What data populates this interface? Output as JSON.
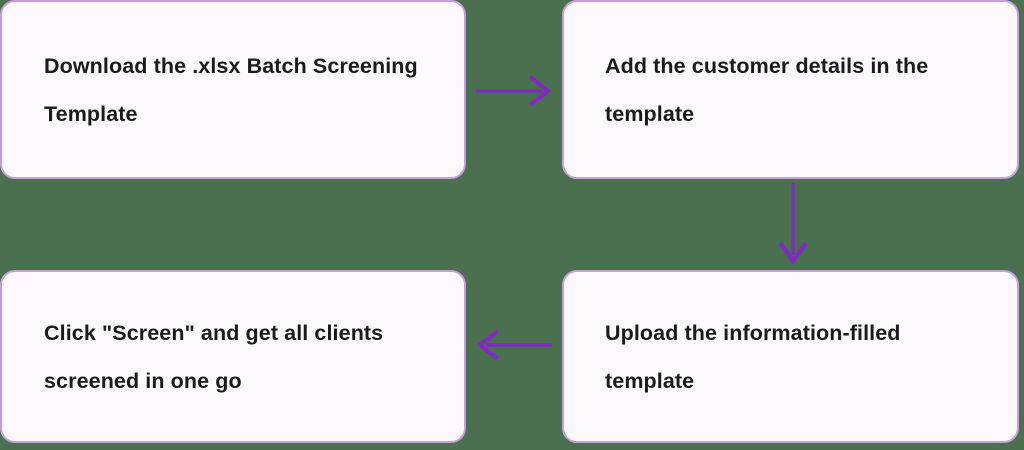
{
  "diagram": {
    "type": "process-flow",
    "background_color": "#4a7050",
    "box_fill_color": "#fdf8fc",
    "box_border_color": "#c89de0",
    "arrow_color": "#8228c4",
    "text_color": "#191b1c",
    "steps": [
      {
        "id": "step-1",
        "position": "top-left",
        "text": "Download the .xlsx Batch Screening Template"
      },
      {
        "id": "step-2",
        "position": "top-right",
        "text": "Add the customer details in the template"
      },
      {
        "id": "step-3",
        "position": "bottom-right",
        "text": "Upload the information-filled template"
      },
      {
        "id": "step-4",
        "position": "bottom-left",
        "text": "Click \"Screen\" and get all clients screened in one go"
      }
    ],
    "connectors": [
      {
        "id": "connector-1",
        "from": "step-1",
        "to": "step-2",
        "direction": "right",
        "icon": "arrow-right-icon"
      },
      {
        "id": "connector-2",
        "from": "step-2",
        "to": "step-3",
        "direction": "down",
        "icon": "arrow-down-icon"
      },
      {
        "id": "connector-3",
        "from": "step-3",
        "to": "step-4",
        "direction": "left",
        "icon": "arrow-left-icon"
      }
    ]
  }
}
